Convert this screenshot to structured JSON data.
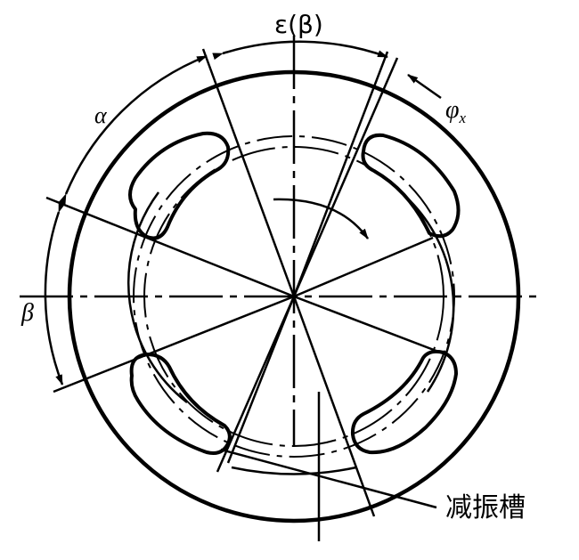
{
  "figure": {
    "type": "engineering-drawing",
    "subject": "valve plate with kidney ports and damping grooves",
    "stroke_color": "#000000",
    "background": "#ffffff"
  },
  "labels": {
    "epsilon_beta": "ε(β)",
    "phi_x_main": "φ",
    "phi_x_sub": "x",
    "alpha": "α",
    "beta": "β",
    "damping_groove": "减振槽"
  }
}
